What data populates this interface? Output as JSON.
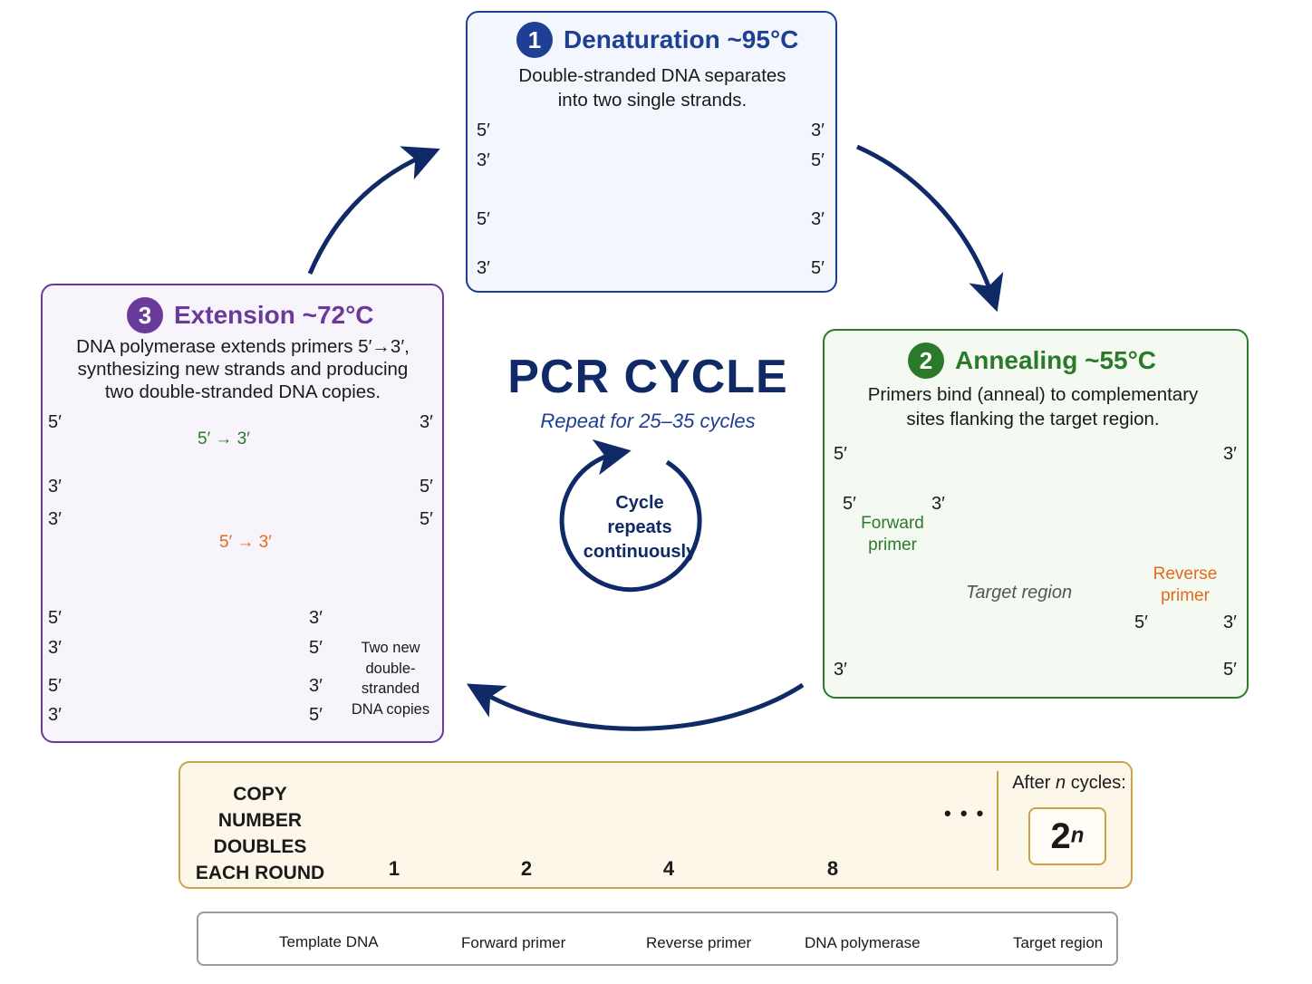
{
  "title": "PCR CYCLE",
  "subtitle": "Repeat for 25–35 cycles",
  "center_loop": {
    "line1": "Cycle",
    "line2": "repeats",
    "line3": "continuously"
  },
  "steps": {
    "denaturation": {
      "number": "1",
      "heading": "Denaturation ~95°C",
      "desc_line1": "Double-stranded DNA separates",
      "desc_line2": "into two single strands."
    },
    "annealing": {
      "number": "2",
      "heading": "Annealing ~55°C",
      "desc_line1": "Primers bind (anneal) to complementary",
      "desc_line2": "sites flanking the target region.",
      "forward_primer_line1": "Forward",
      "forward_primer_line2": "primer",
      "reverse_primer_line1": "Reverse",
      "reverse_primer_line2": "primer",
      "target_region": "Target region"
    },
    "extension": {
      "number": "3",
      "heading": "Extension ~72°C",
      "desc_line1": "DNA polymerase extends primers 5′→3′,",
      "desc_line2": "synthesizing new strands and producing",
      "desc_line3": "two double-stranded DNA copies.",
      "direction": "5′ → 3′",
      "copies_line1": "Two new",
      "copies_line2": "double-stranded",
      "copies_line3": "DNA copies"
    }
  },
  "ends": {
    "five": "5′",
    "three": "3′"
  },
  "copy_number": {
    "label_line1": "COPY NUMBER",
    "label_line2": "DOUBLES",
    "label_line3": "EACH ROUND",
    "counts": [
      "1",
      "2",
      "4",
      "8"
    ],
    "ellipsis": "• • •",
    "after_label": "After",
    "after_var": "n",
    "after_suffix": "cycles:",
    "formula_base": "2",
    "formula_exp": "n"
  },
  "legend": {
    "template_dna": "Template DNA",
    "forward_primer": "Forward primer",
    "reverse_primer": "Reverse primer",
    "dna_polymerase": "DNA polymerase",
    "target_region": "Target region"
  },
  "colors": {
    "template": "#1f4fb0",
    "forward": "#2a8a2a",
    "reverse": "#e8701f",
    "polymerase": "#3aa9a3",
    "arrow": "#0f2a66",
    "denaturation": "#1f3f94",
    "annealing": "#2a7a2a",
    "extension": "#6a3a9a",
    "copy_border": "#c9a24a"
  }
}
